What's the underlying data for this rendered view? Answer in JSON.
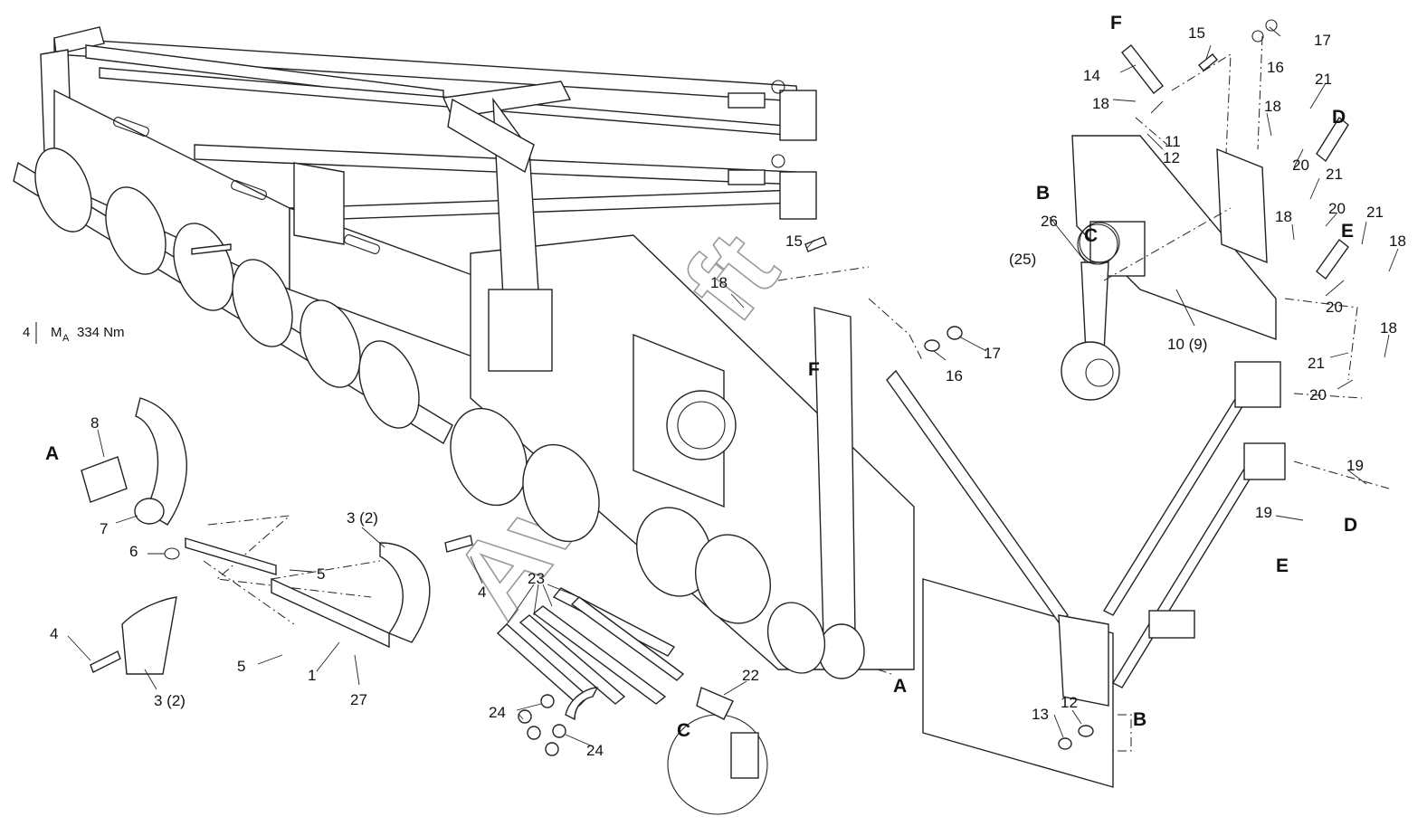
{
  "torque": {
    "item": "4",
    "symbol": "M",
    "subscript": "A",
    "value": "334 Nm"
  },
  "watermark": "AvtoSoft",
  "labels": {
    "p1": "1",
    "p3a": "3 (2)",
    "p3b": "3 (2)",
    "p4a": "4",
    "p4b": "4",
    "p5a": "5",
    "p5b": "5",
    "p6": "6",
    "p7": "7",
    "p8": "8",
    "p10": "10 (9)",
    "p11": "11",
    "p12a": "12",
    "p12b": "12",
    "p13": "13",
    "p14": "14",
    "p15a": "15",
    "p15b": "15",
    "p16a": "16",
    "p16b": "16",
    "p17a": "17",
    "p17b": "17",
    "p18a": "18",
    "p18b": "18",
    "p18c": "18",
    "p18d": "18",
    "p18e": "18",
    "p18f": "18",
    "p19a": "19",
    "p19b": "19",
    "p20a": "20",
    "p20b": "20",
    "p20c": "20",
    "p20d": "20",
    "p21a": "21",
    "p21b": "21",
    "p21c": "21",
    "p21d": "21",
    "p22": "22",
    "p23": "23",
    "p24a": "24",
    "p24b": "24",
    "p25": "(25)",
    "p26": "26",
    "p27": "27"
  },
  "refs": {
    "A1": "A",
    "A2": "A",
    "B1": "B",
    "B2": "B",
    "C1": "C",
    "C2": "C",
    "D1": "D",
    "D2": "D",
    "E1": "E",
    "E2": "E",
    "F1": "F",
    "F2": "F"
  }
}
